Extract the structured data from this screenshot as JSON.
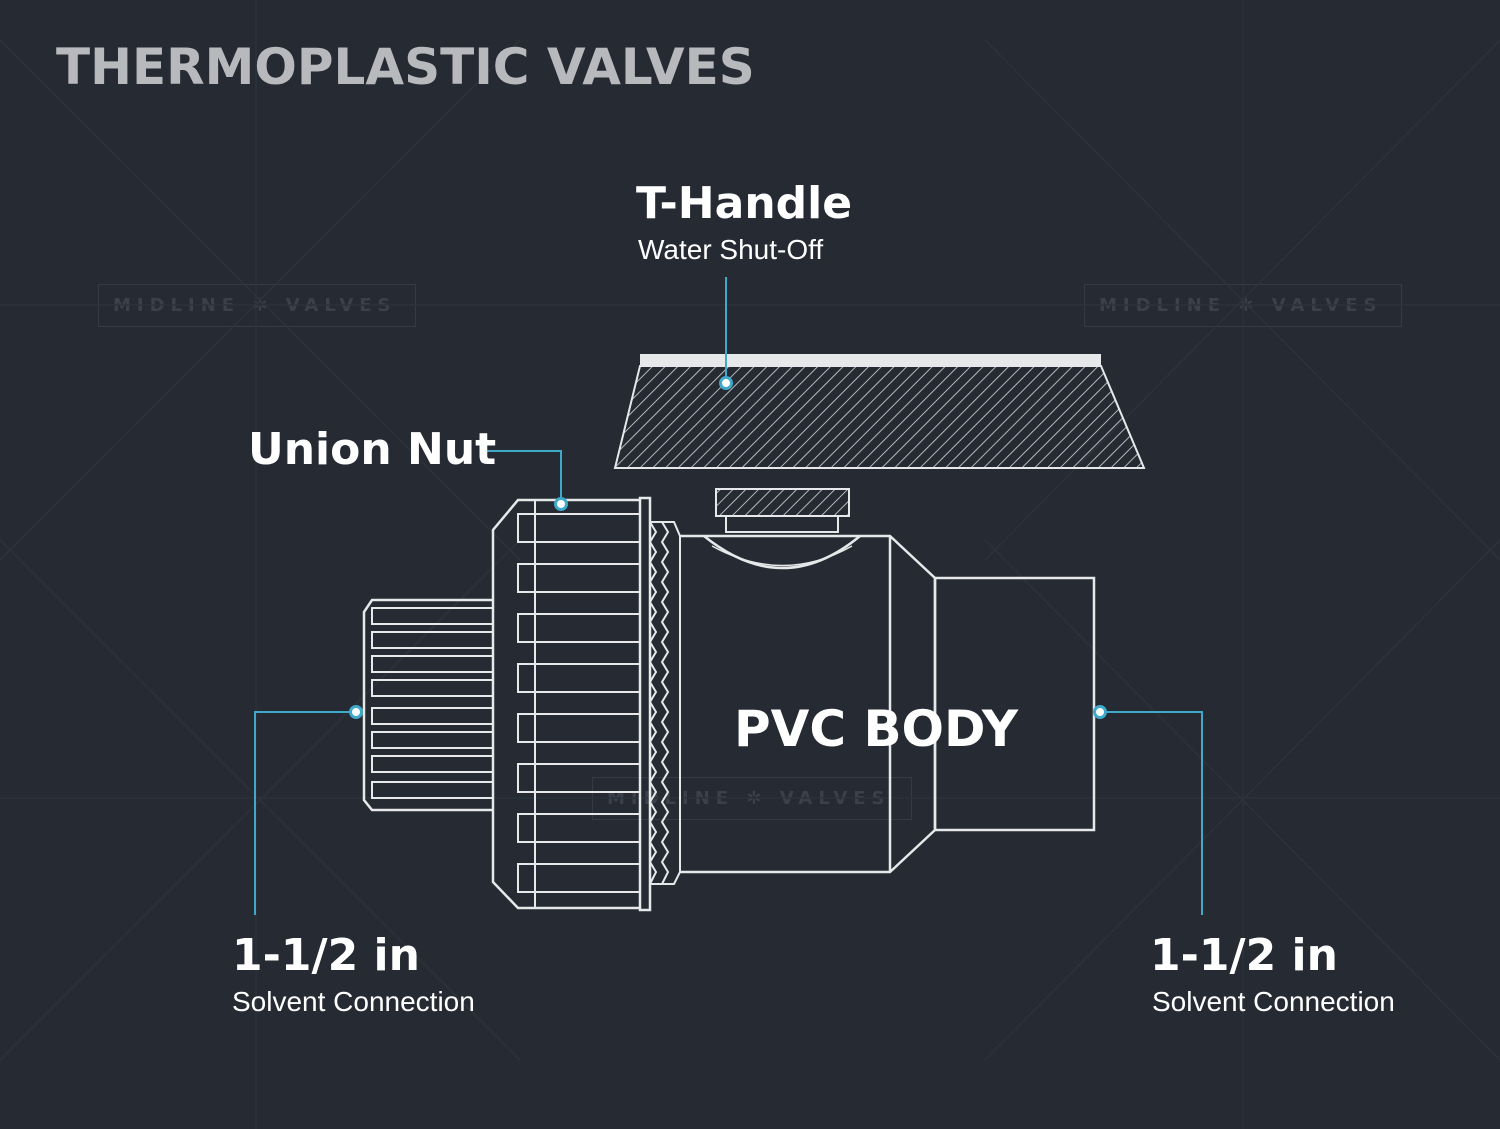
{
  "title": "THERMOPLASTIC VALVES",
  "watermark": "MIDLINE ✲ VALVES",
  "labels": {
    "t_handle": {
      "title": "T-Handle",
      "subtitle": "Water Shut-Off"
    },
    "union_nut": {
      "title": "Union Nut"
    },
    "pvc_body": {
      "title": "PVC BODY"
    },
    "left_connection": {
      "title": "1-1/2 in",
      "subtitle": "Solvent Connection"
    },
    "right_connection": {
      "title": "1-1/2 in",
      "subtitle": "Solvent Connection"
    }
  },
  "colors": {
    "background": "#252a33",
    "line_art": "#e6e8ea",
    "callout": "#3fa9c9",
    "title": "#b7b9bd"
  }
}
